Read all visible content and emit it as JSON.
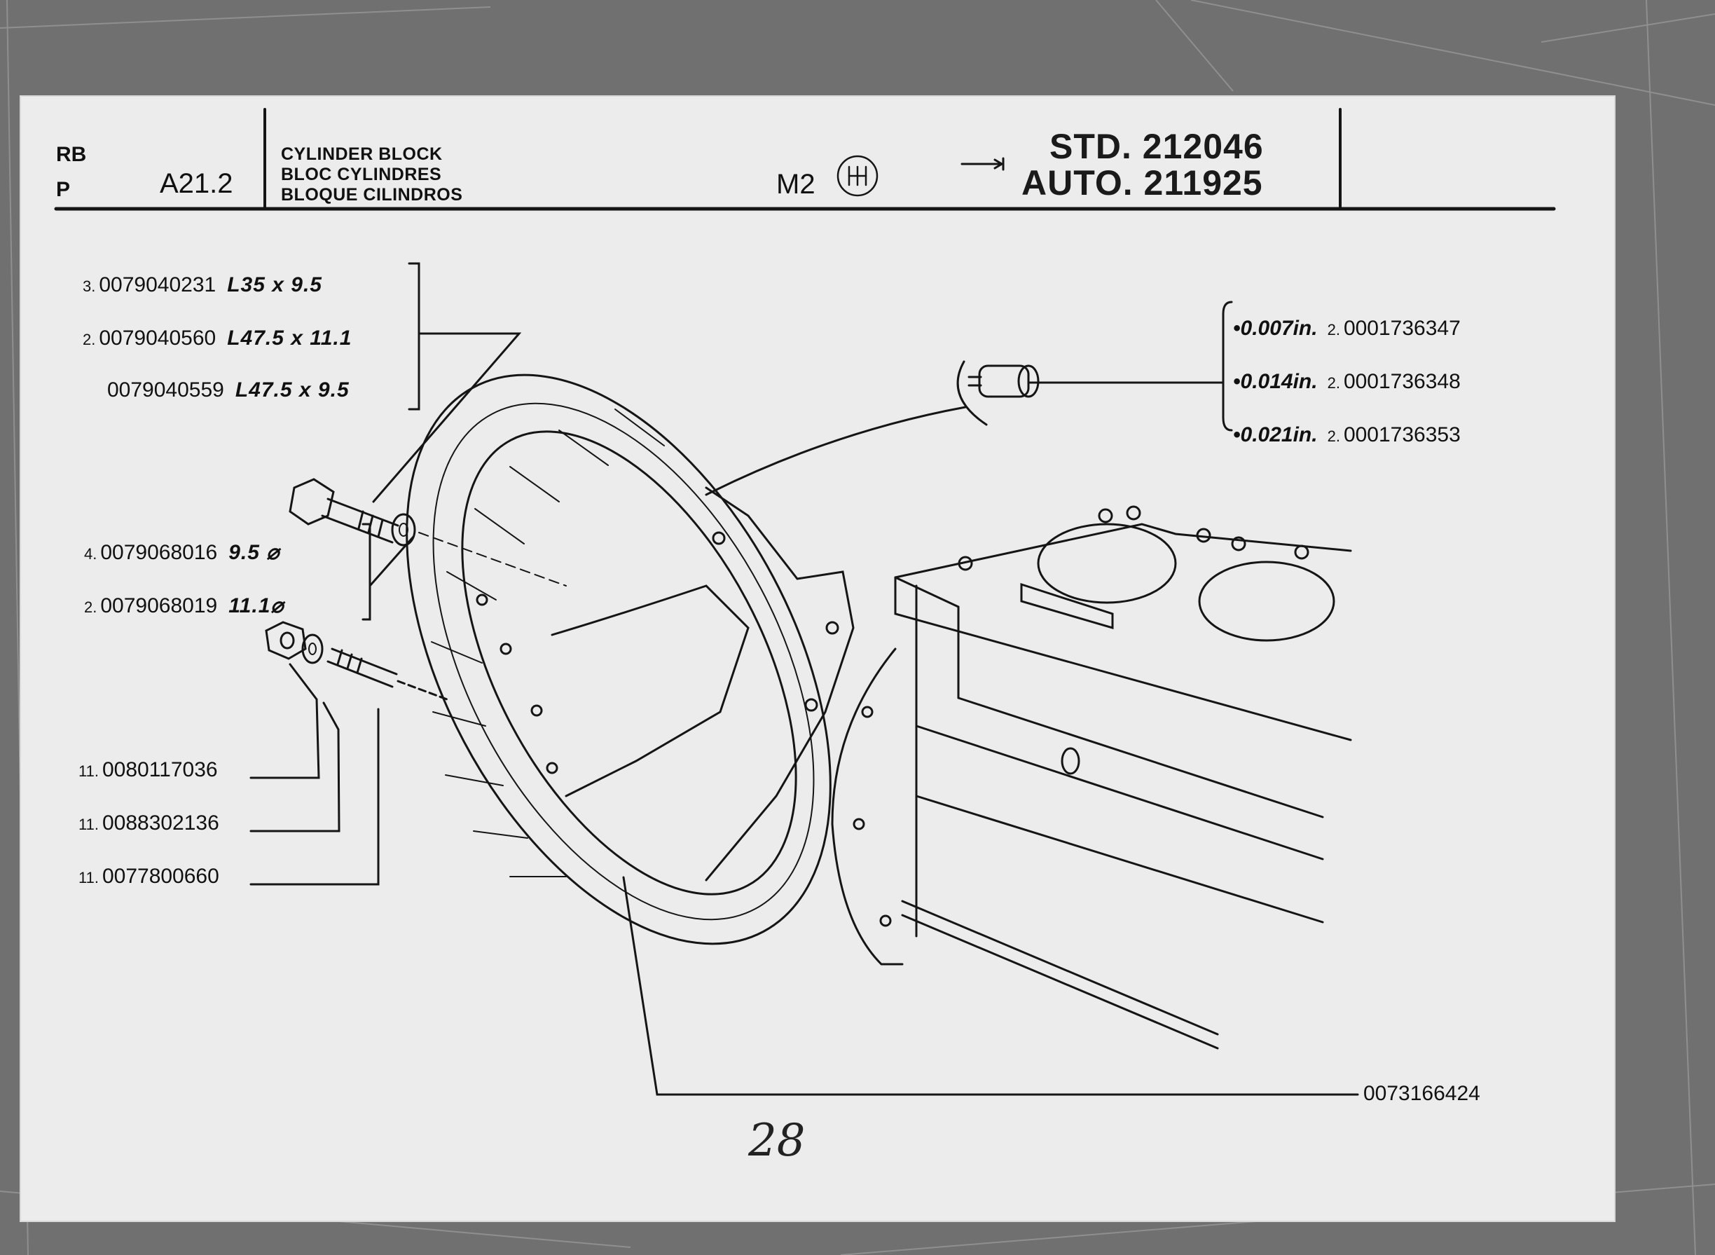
{
  "header": {
    "code_rb": "RB",
    "code_p": "P",
    "section": "A21.2",
    "desc_en": "CYLINDER BLOCK",
    "desc_fr": "BLOC CYLINDRES",
    "desc_es": "BLOQUE CILINDROS",
    "model": "M2",
    "gearbox_icon": "manual-gearbox-icon",
    "arrow_icon": "serial-arrow-icon",
    "std_serial": "STD. 212046",
    "auto_serial": "AUTO. 211925"
  },
  "left_callouts": [
    {
      "qty": "3.",
      "part": "0079040231",
      "spec": "L35 x 9.5"
    },
    {
      "qty": "2.",
      "part": "0079040560",
      "spec": "L47.5 x 11.1"
    },
    {
      "qty": "",
      "part": "0079040559",
      "spec": "L47.5 x 9.5"
    },
    {
      "qty": "4.",
      "part": "0079068016",
      "spec": "9.5 ⌀"
    },
    {
      "qty": "2.",
      "part": "0079068019",
      "spec": "11.1⌀"
    },
    {
      "qty": "11.",
      "part": "0080117036",
      "spec": ""
    },
    {
      "qty": "11.",
      "part": "0088302136",
      "spec": ""
    },
    {
      "qty": "11.",
      "part": "0077800660",
      "spec": ""
    }
  ],
  "right_callouts": [
    {
      "oversize": "•0.007in.",
      "qty": "2.",
      "part": "0001736347"
    },
    {
      "oversize": "•0.014in.",
      "qty": "2.",
      "part": "0001736348"
    },
    {
      "oversize": "•0.021in.",
      "qty": "2.",
      "part": "0001736353"
    }
  ],
  "housing_part": "0073166424",
  "page_number": "28"
}
